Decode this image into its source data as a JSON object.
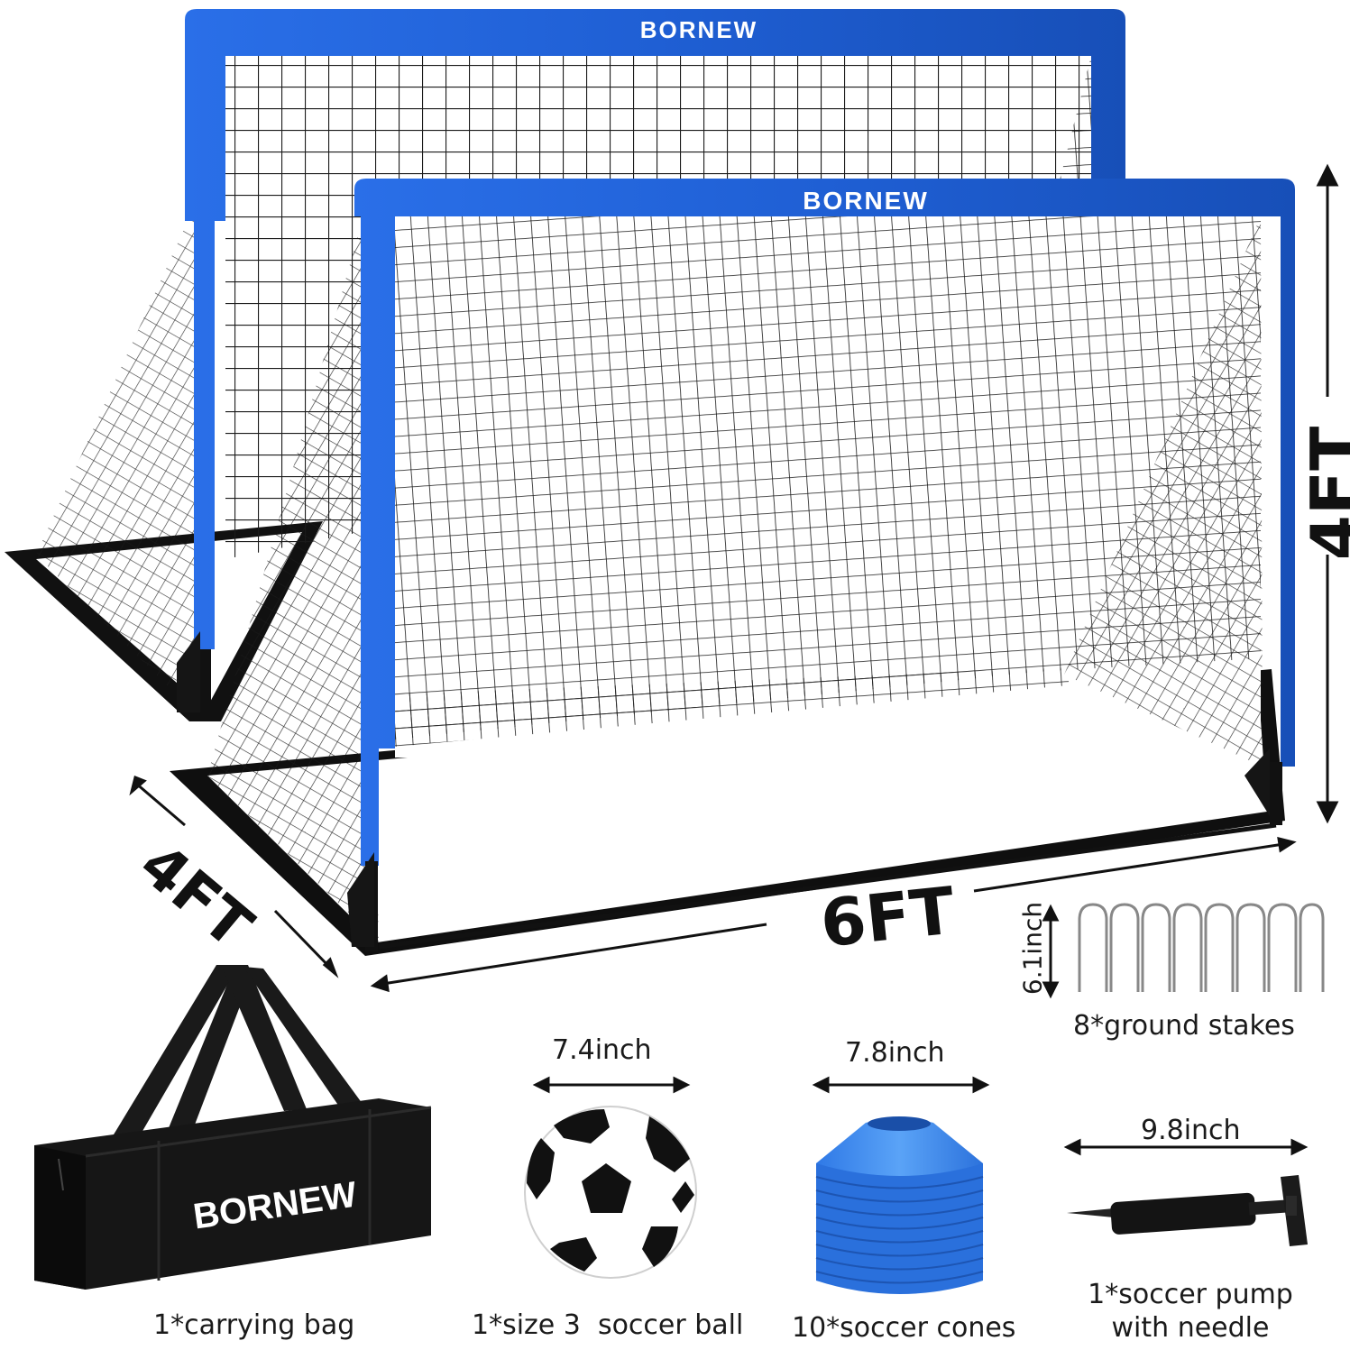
{
  "brand": "BORNEW",
  "dimensions": {
    "height": "4FT",
    "depth": "4FT",
    "width": "6FT"
  },
  "accessories": {
    "stakes": {
      "size": "6.1inch",
      "label": "8*ground stakes"
    },
    "ball": {
      "size": "7.4inch",
      "label": "1*size 3  soccer ball"
    },
    "cones": {
      "size": "7.8inch",
      "label": "10*soccer cones"
    },
    "pump": {
      "size": "9.8inch",
      "label_line1": "1*soccer pump",
      "label_line2": "with needle"
    },
    "bag": {
      "label": "1*carrying bag"
    }
  },
  "colors": {
    "frame_blue": "#1f63d9",
    "cone_blue": "#3f8df0",
    "net": "#1a1a1a",
    "bag": "#161616"
  }
}
